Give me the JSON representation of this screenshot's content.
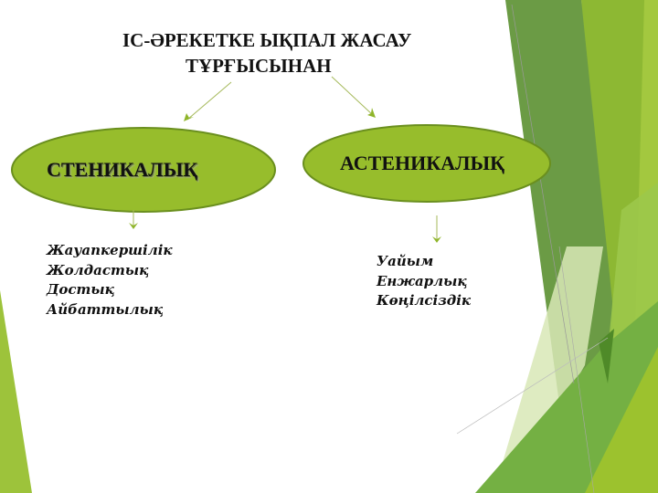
{
  "diagram": {
    "title_line1": "ІС-ӘРЕКЕТКЕ ЫҚПАЛ ЖАСАУ",
    "title_line2": "ТҰРҒЫСЫНАН",
    "nodes": [
      {
        "label": "СТЕНИКАЛЫҚ",
        "items": [
          "Жауапкершілік",
          "Жолдастық",
          "Достық",
          "Айбаттылық"
        ]
      },
      {
        "label": "АСТЕНИКАЛЫҚ",
        "items": [
          "Уайым",
          "Енжарлық",
          "Көңілсіздік"
        ]
      }
    ]
  },
  "colors": {
    "ellipse_fill": "#97bd2c",
    "ellipse_stroke": "#6a8f1e",
    "arrow": "#8fb52a",
    "accent_dark": "#6b9b45",
    "accent_light": "#9cc43a"
  }
}
